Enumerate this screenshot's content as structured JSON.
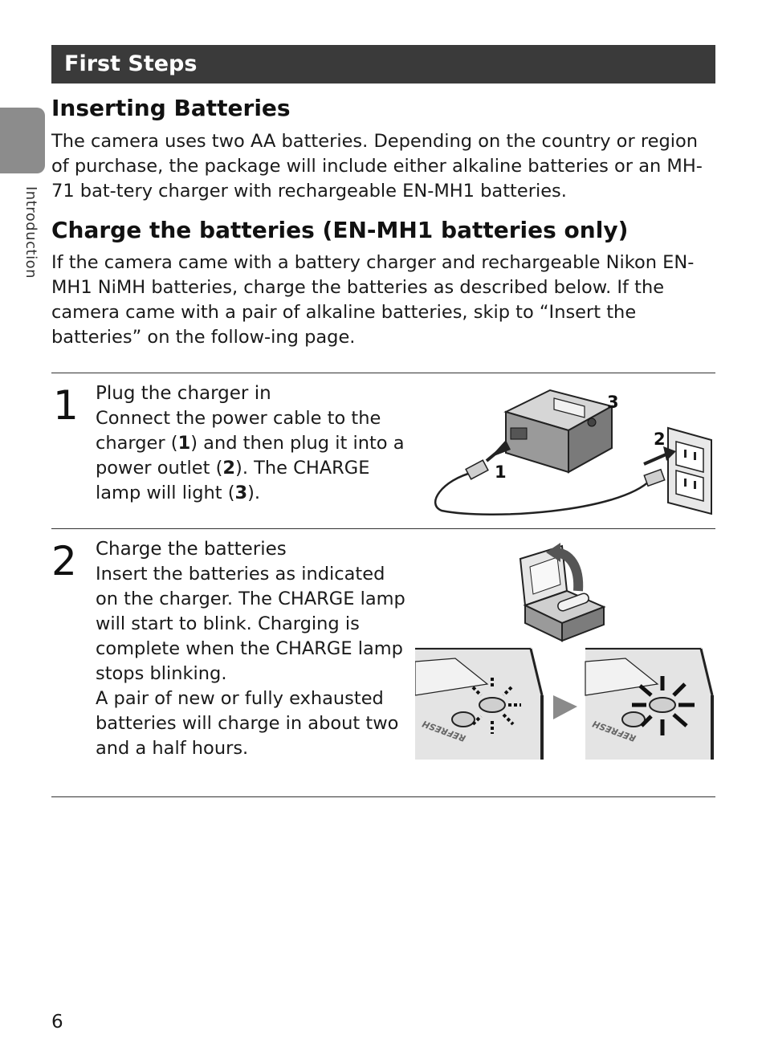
{
  "header": {
    "title": "First Steps"
  },
  "side": {
    "label": "Introduction"
  },
  "section1": {
    "title": "Inserting Batteries",
    "body": "The camera uses two AA batteries. Depending on the country or region of purchase, the package will include either alkaline batteries or an MH-71 bat-tery charger with rechargeable EN-MH1 batteries."
  },
  "section2": {
    "title": "Charge the batteries (EN-MH1 batteries only)",
    "body": "If the camera came with a battery charger and rechargeable Nikon EN-MH1 NiMH batteries, charge the batteries as described below. If the camera came with a pair of alkaline batteries, skip to “Insert the batteries” on the follow-ing page."
  },
  "steps": [
    {
      "number": "1",
      "title": "Plug the charger in",
      "body_parts": [
        "Connect the power cable to the charger (",
        "1",
        ") and then plug it into a power outlet (",
        "2",
        "). The CHARGE lamp will light (",
        "3",
        ")."
      ],
      "callouts": [
        "1",
        "2",
        "3"
      ]
    },
    {
      "number": "2",
      "title": "Charge the batteries",
      "body": "Insert the batteries as indicated on the charger. The CHARGE lamp will start to blink. Charging is complete when the CHARGE lamp stops blinking.",
      "body2": "A pair of new or fully exhausted batteries will charge in about two and a half hours.",
      "lamp_label": "REFRESH"
    }
  ],
  "footer": {
    "page_number": "6"
  }
}
